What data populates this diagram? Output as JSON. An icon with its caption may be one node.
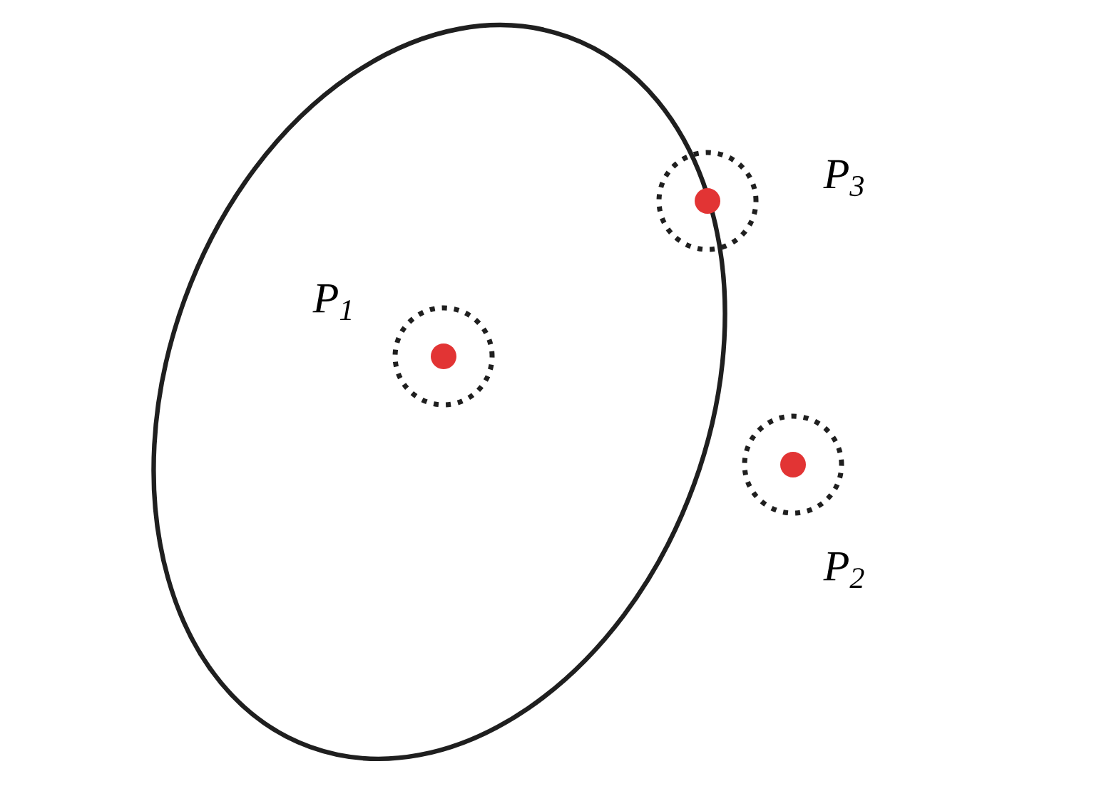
{
  "diagram": {
    "nodes": [
      {
        "text": [],
        "shape": "ellipse"
      },
      {
        "text": [],
        "shape": "circle",
        "beside": [
          "P$_{1}$"
        ],
        "in": 0
      },
      {
        "text": [],
        "shape": "circle",
        "beside": [
          "P$_{2}$"
        ]
      },
      {
        "text": [],
        "shape": "circle",
        "beside": [
          "P$_{3}$"
        ]
      }
    ]
  }
}
